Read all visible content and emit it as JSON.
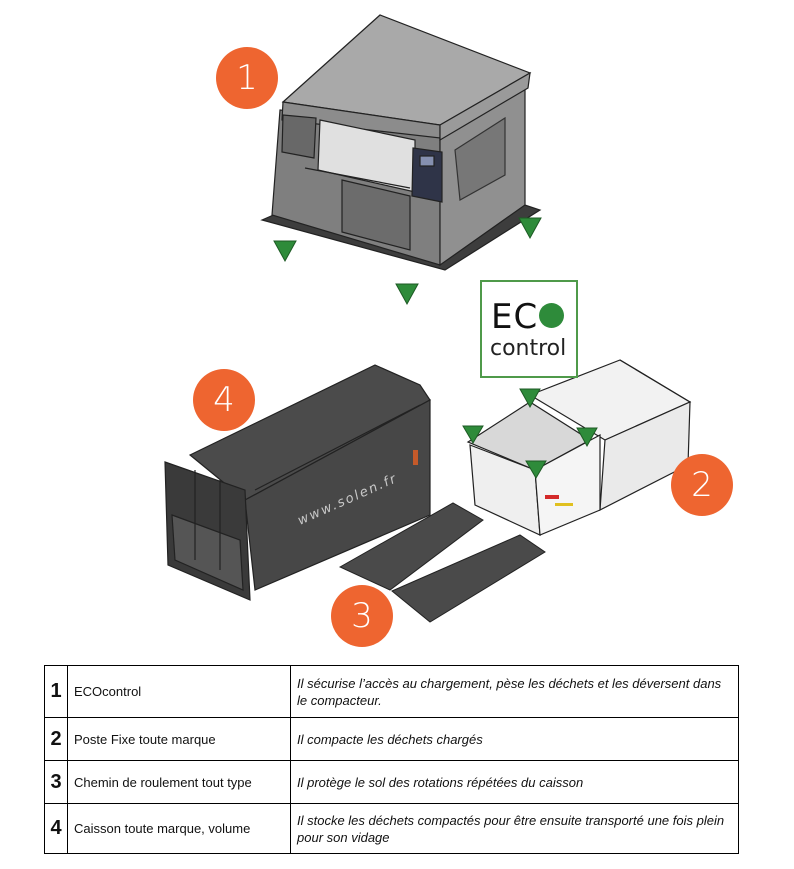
{
  "diagram": {
    "badges": [
      {
        "number": "1"
      },
      {
        "number": "2"
      },
      {
        "number": "3"
      },
      {
        "number": "4"
      }
    ],
    "eco_logo": {
      "top": "EC",
      "dot_letter": "O",
      "bottom": "control"
    },
    "caisson_url": "www.solen.fr",
    "colors": {
      "badge": "#ee6530",
      "marker": "#2e8b3a",
      "logo_border": "#4f9a4a"
    }
  },
  "legend_table": {
    "rows": [
      {
        "number": "1",
        "name": "ECOcontrol",
        "description": "Il sécurise l’accès au chargement, pèse les déchets et les déversent dans le compacteur."
      },
      {
        "number": "2",
        "name": "Poste Fixe toute marque",
        "description": "Il compacte les déchets chargés"
      },
      {
        "number": "3",
        "name": "Chemin de roulement tout type",
        "description": "Il protège le sol des rotations répétées du caisson"
      },
      {
        "number": "4",
        "name": "Caisson toute marque, volume",
        "description": "Il stocke les déchets compactés pour être ensuite transporté une fois plein pour son vidage"
      }
    ]
  }
}
